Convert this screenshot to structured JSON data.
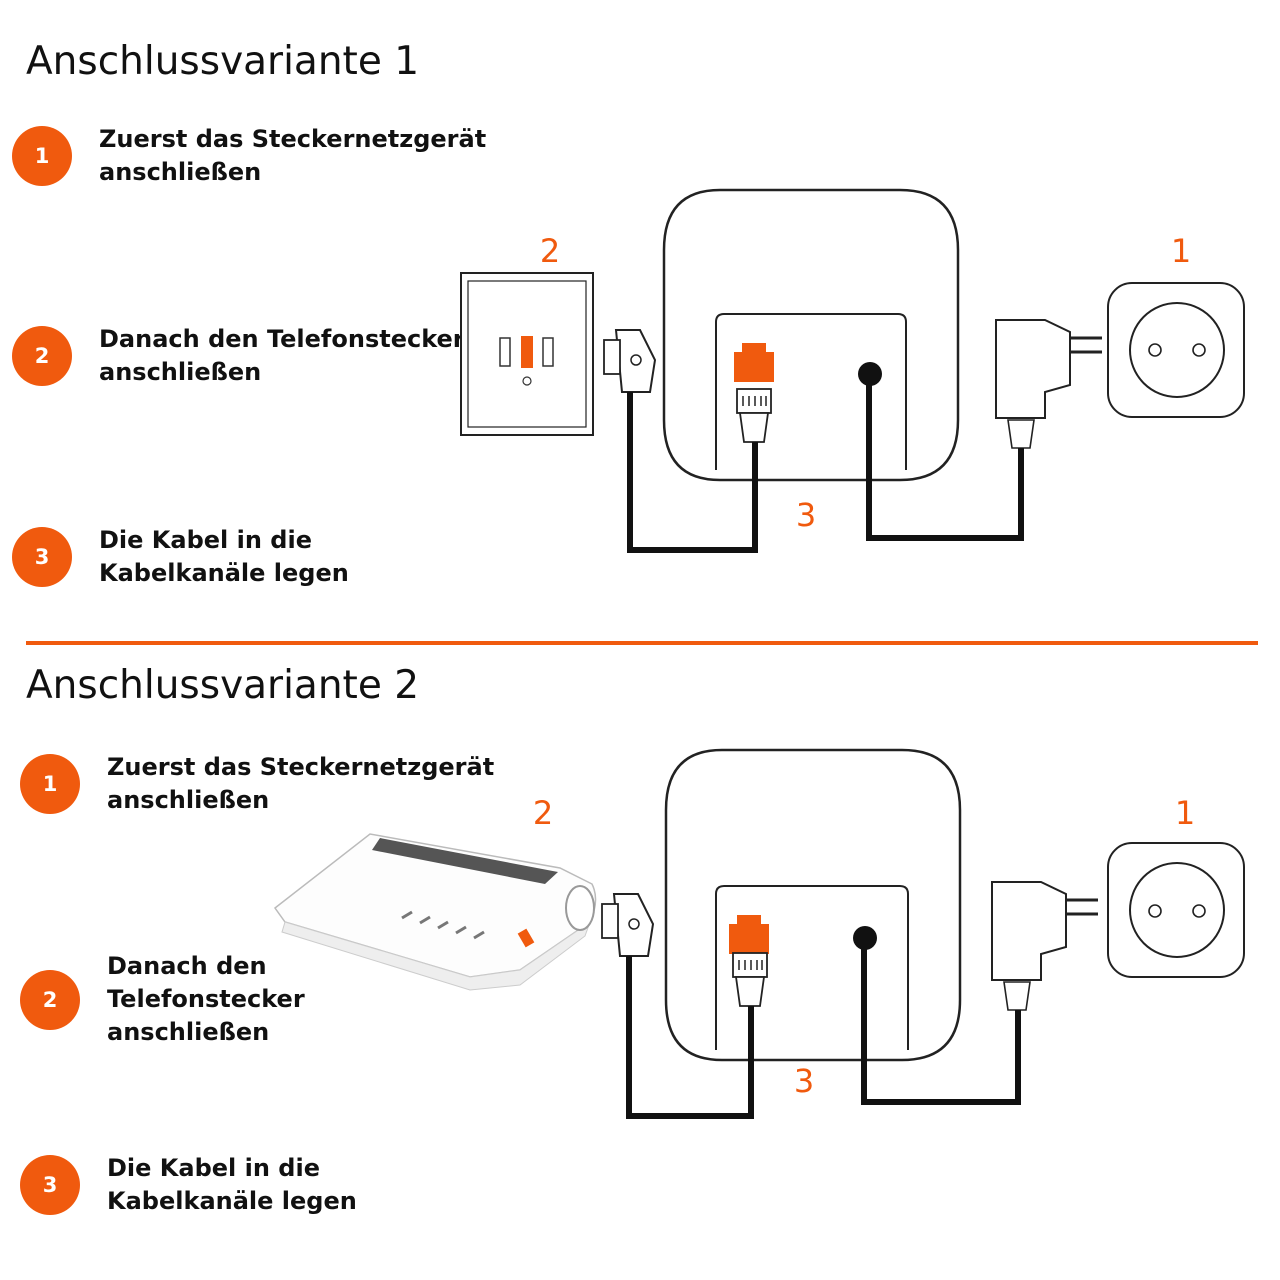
{
  "variant1": {
    "title": "Anschlussvariante 1",
    "steps": [
      {
        "number": "1",
        "text": "Zuerst das Steckernetzgerät\nanschließen"
      },
      {
        "number": "2",
        "text": "Danach den Telefonstecker\nanschließen"
      },
      {
        "number": "3",
        "text": "Die Kabel in die\nKabelkanäle legen"
      }
    ],
    "labels": {
      "socket": "1",
      "wall_jack": "2",
      "cables": "3"
    }
  },
  "variant2": {
    "title": "Anschlussvariante 2",
    "steps": [
      {
        "number": "1",
        "text": "Zuerst das Steckernetzgerät\nanschließen"
      },
      {
        "number": "2",
        "text": "Danach den\nTelefonstecker\nanschließen"
      },
      {
        "number": "3",
        "text": "Die Kabel in die\nKabelkanäle legen"
      }
    ],
    "labels": {
      "socket": "1",
      "router": "2",
      "cables": "3"
    }
  },
  "colors": {
    "accent": "#f05a0e",
    "line": "#111111"
  },
  "icons": [
    "base-station-icon",
    "wall-phone-jack-icon",
    "router-icon",
    "power-adapter-icon",
    "power-socket-icon",
    "tae-plug-icon",
    "rj11-plug-icon"
  ]
}
